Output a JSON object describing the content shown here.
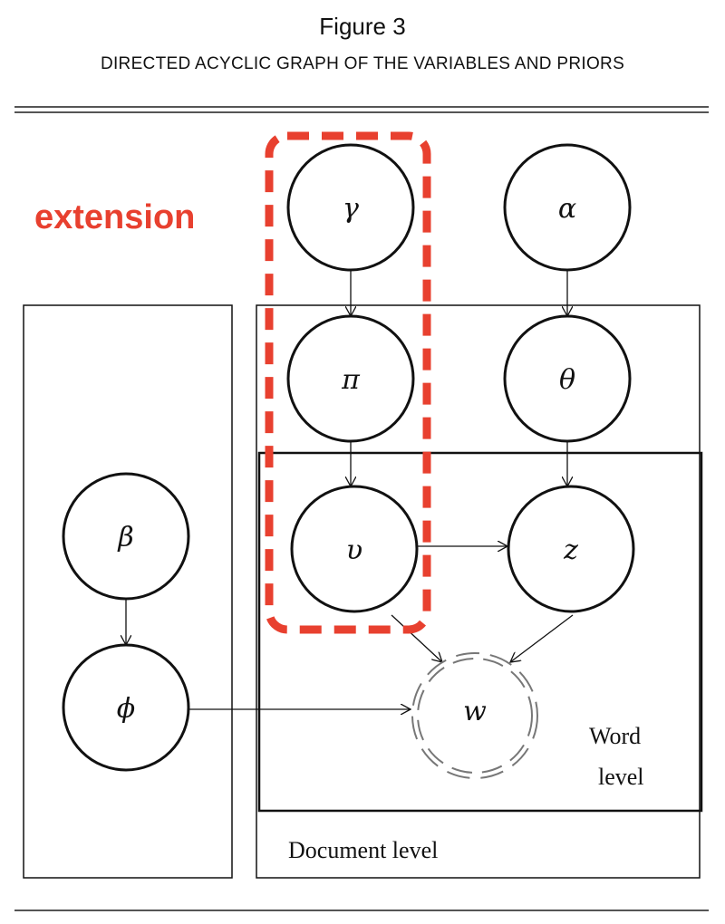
{
  "figure": {
    "title": "Figure 3",
    "subtitle": "DIRECTED ACYCLIC GRAPH OF THE VARIABLES AND PRIORS"
  },
  "annotation": {
    "label": "extension",
    "color": "#e8402f"
  },
  "nodes": {
    "gamma": "γ",
    "alpha": "α",
    "pi": "π",
    "theta": "θ",
    "beta": "β",
    "v": "υ",
    "z": "z",
    "phi": "ϕ",
    "w": "w"
  },
  "plates": {
    "word_level_line1": "Word",
    "word_level_line2": "level",
    "document_level": "Document level"
  }
}
